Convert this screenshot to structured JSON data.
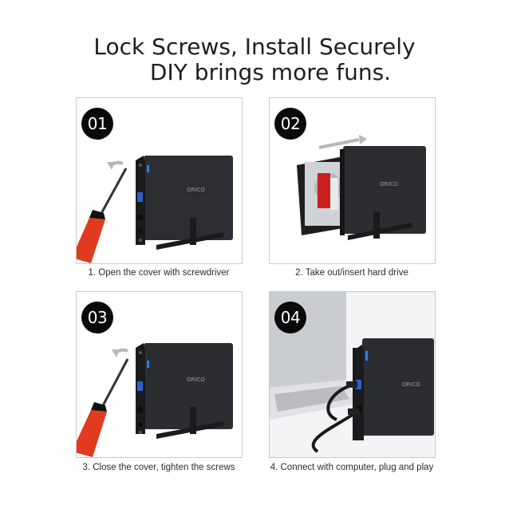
{
  "headline": {
    "line1": "Lock Screws, Install Securely",
    "line2": "DIY brings more funs."
  },
  "brand": "ORICO",
  "steps": [
    {
      "number": "01",
      "caption": "1. Open the cover with screwdriver"
    },
    {
      "number": "02",
      "caption": "2. Take out/insert hard drive"
    },
    {
      "number": "03",
      "caption": "3. Close the cover, tighten the screws"
    },
    {
      "number": "04",
      "caption": "4. Connect with computer, plug and play"
    }
  ],
  "colors": {
    "enclosure": "#26282b",
    "screwdriver_handle": "#e23a1e",
    "led": "#2f7bff",
    "usb_port": "#2a62c9",
    "drive_label": "#c8201f",
    "laptop": "#c9ccd1"
  }
}
